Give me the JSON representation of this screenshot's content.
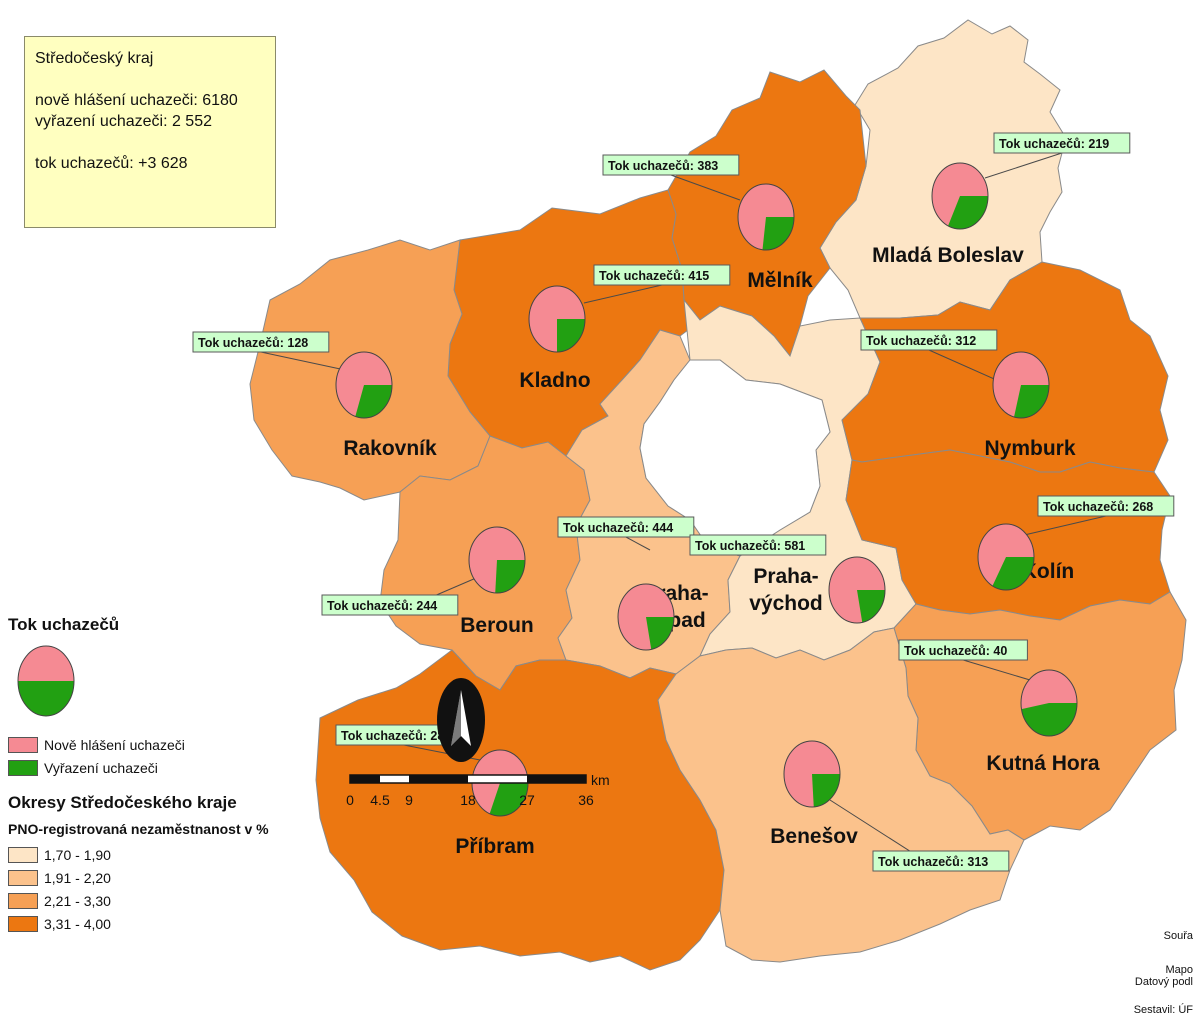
{
  "info_box": {
    "region": "Středočeský kraj",
    "new_line": "nově hlášení uchazeči: 6180",
    "removed_line": "vyřazení uchazeči: 2 552",
    "flow_line": "tok uchazečů: +3 628"
  },
  "colors": {
    "class_1": "#fde5c6",
    "class_2": "#fbc28c",
    "class_3": "#f6a055",
    "class_4": "#ec7711",
    "pie_new": "#f58a93",
    "pie_removed": "#22a012",
    "label_bg": "#ccffcc",
    "info_bg": "#ffffc0"
  },
  "districts": [
    {
      "name": "Mělník",
      "class": 4,
      "tok": "Tok uchazečů: 383",
      "removed_share": 0.27
    },
    {
      "name": "Mladá Boleslav",
      "class": 1,
      "tok": "Tok uchazečů: 219",
      "removed_share": 0.32
    },
    {
      "name": "Kladno",
      "class": 4,
      "tok": "Tok uchazečů: 415",
      "removed_share": 0.25
    },
    {
      "name": "Rakovník",
      "class": 3,
      "tok": "Tok uchazečů: 128",
      "removed_share": 0.3
    },
    {
      "name": "Nymburk",
      "class": 4,
      "tok": "Tok uchazečů: 312",
      "removed_share": 0.29
    },
    {
      "name": "Kolín",
      "class": 4,
      "tok": "Tok uchazečů: 268",
      "removed_share": 0.33
    },
    {
      "name": "Beroun",
      "class": 3,
      "tok": "Tok uchazečů: 244",
      "removed_share": 0.26
    },
    {
      "name": "Praha-\nzápad",
      "class": 2,
      "tok": "Tok uchazečů: 444",
      "removed_share": 0.22
    },
    {
      "name": "Praha-\nvýchod",
      "class": 1,
      "tok": "Tok uchazečů: 581",
      "removed_share": 0.22
    },
    {
      "name": "Kutná Hora",
      "class": 3,
      "tok": "Tok uchazečů: 40",
      "removed_share": 0.47
    },
    {
      "name": "Příbram",
      "class": 4,
      "tok": "Tok uchazečů: 281",
      "removed_share": 0.31
    },
    {
      "name": "Benešov",
      "class": 2,
      "tok": "Tok uchazečů: 313",
      "removed_share": 0.24
    }
  ],
  "legend": {
    "flow_title": "Tok uchazečů",
    "new_label": "Nově hlášení uchazeči",
    "removed_label": "Vyřazení uchazeči",
    "districts_title": "Okresy Středočeského kraje",
    "pno_title": "PNO-registrovaná nezaměstnanost v %",
    "classes": [
      "1,70 - 1,90",
      "1,91 - 2,20",
      "2,21 - 3,30",
      "3,31 - 4,00"
    ]
  },
  "scalebar": {
    "ticks": [
      "0",
      "4.5",
      "9",
      "18",
      "27",
      "36"
    ],
    "unit": "km"
  },
  "credits": [
    "Souřa",
    "Mapo",
    "Datový podl",
    "Sestavil: ÚF"
  ]
}
